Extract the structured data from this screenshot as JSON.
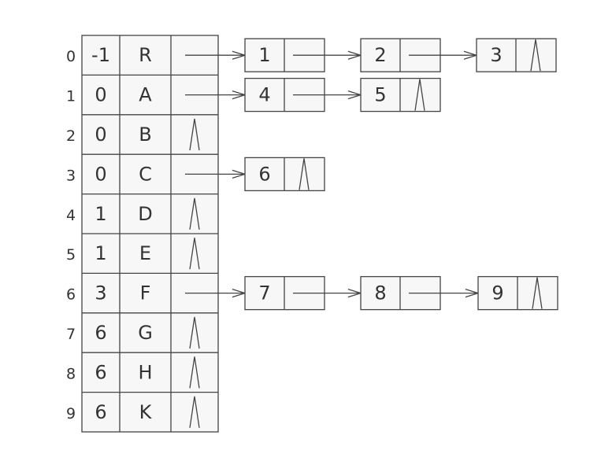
{
  "table": {
    "rows": [
      {
        "index": "0",
        "parent": "-1",
        "data": "R",
        "children": [
          "1",
          "2",
          "3"
        ]
      },
      {
        "index": "1",
        "parent": "0",
        "data": "A",
        "children": [
          "4",
          "5"
        ]
      },
      {
        "index": "2",
        "parent": "0",
        "data": "B",
        "children": []
      },
      {
        "index": "3",
        "parent": "0",
        "data": "C",
        "children": [
          "6"
        ]
      },
      {
        "index": "4",
        "parent": "1",
        "data": "D",
        "children": []
      },
      {
        "index": "5",
        "parent": "1",
        "data": "E",
        "children": []
      },
      {
        "index": "6",
        "parent": "3",
        "data": "F",
        "children": [
          "7",
          "8",
          "9"
        ]
      },
      {
        "index": "7",
        "parent": "6",
        "data": "G",
        "children": []
      },
      {
        "index": "8",
        "parent": "6",
        "data": "H",
        "children": []
      },
      {
        "index": "9",
        "parent": "6",
        "data": "K",
        "children": []
      }
    ]
  },
  "null_symbol": "/\\"
}
